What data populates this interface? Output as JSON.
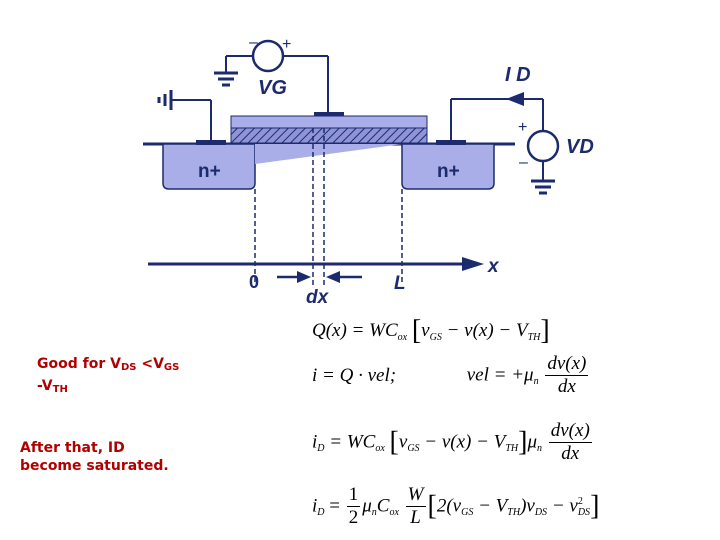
{
  "diagram": {
    "labels": {
      "vg": "VG",
      "id": "I D",
      "vd": "VD",
      "n_plus_left": "n+",
      "n_plus_right": "n+",
      "x_axis": "x",
      "zero": "0",
      "length": "L",
      "dx": "dx",
      "plus": "+",
      "minus": "–"
    },
    "colors": {
      "wire": "#1c2a6e",
      "diffusion": "#a9aee8",
      "gate": "#8f94d6",
      "label": "#1c2a6e"
    }
  },
  "notes": {
    "note1": {
      "prefix": "Good for V",
      "ds": "DS",
      "mid": " <V",
      "gs": "GS",
      "line2": "-V",
      "th": "TH"
    },
    "note2": {
      "line1": "After that, ID",
      "line2": "become saturated."
    }
  },
  "equations": {
    "eq1": {
      "lhs": "Q(x) = WC",
      "ox": "ox",
      "bracket_open": "[",
      "v": "v",
      "gs": "GS",
      "middle": " − v(x) − V",
      "th": "TH",
      "bracket_close": "]"
    },
    "eq2": {
      "left": "i = Q · vel;",
      "vel": "vel = +μ",
      "n": "n",
      "num": "dv(x)",
      "den": "dx"
    },
    "eq3": {
      "i": "i",
      "d": "D",
      "eq": " = WC",
      "ox": "ox",
      "bracket_open": "[",
      "v": "v",
      "gs": "GS",
      "middle": " − v(x) − V",
      "th": "TH",
      "bracket_close": "]",
      "mu": "μ",
      "n": "n",
      "num": "dv(x)",
      "den": "dx"
    },
    "eq4": {
      "i": "i",
      "d": "D",
      "eq": " = ",
      "num_half": "1",
      "den_half": "2",
      "mu": "μ",
      "n": "n",
      "c": "C",
      "ox": "ox",
      "num_w": "W",
      "den_l": "L",
      "bracket_open": "[",
      "two": "2(v",
      "gs": "GS",
      "middle": " − V",
      "th": "TH",
      "close_paren": ")v",
      "ds": "DS",
      "minus": " − v",
      "ds2": "DS",
      "sq": "2",
      "bracket_close": "]"
    }
  }
}
